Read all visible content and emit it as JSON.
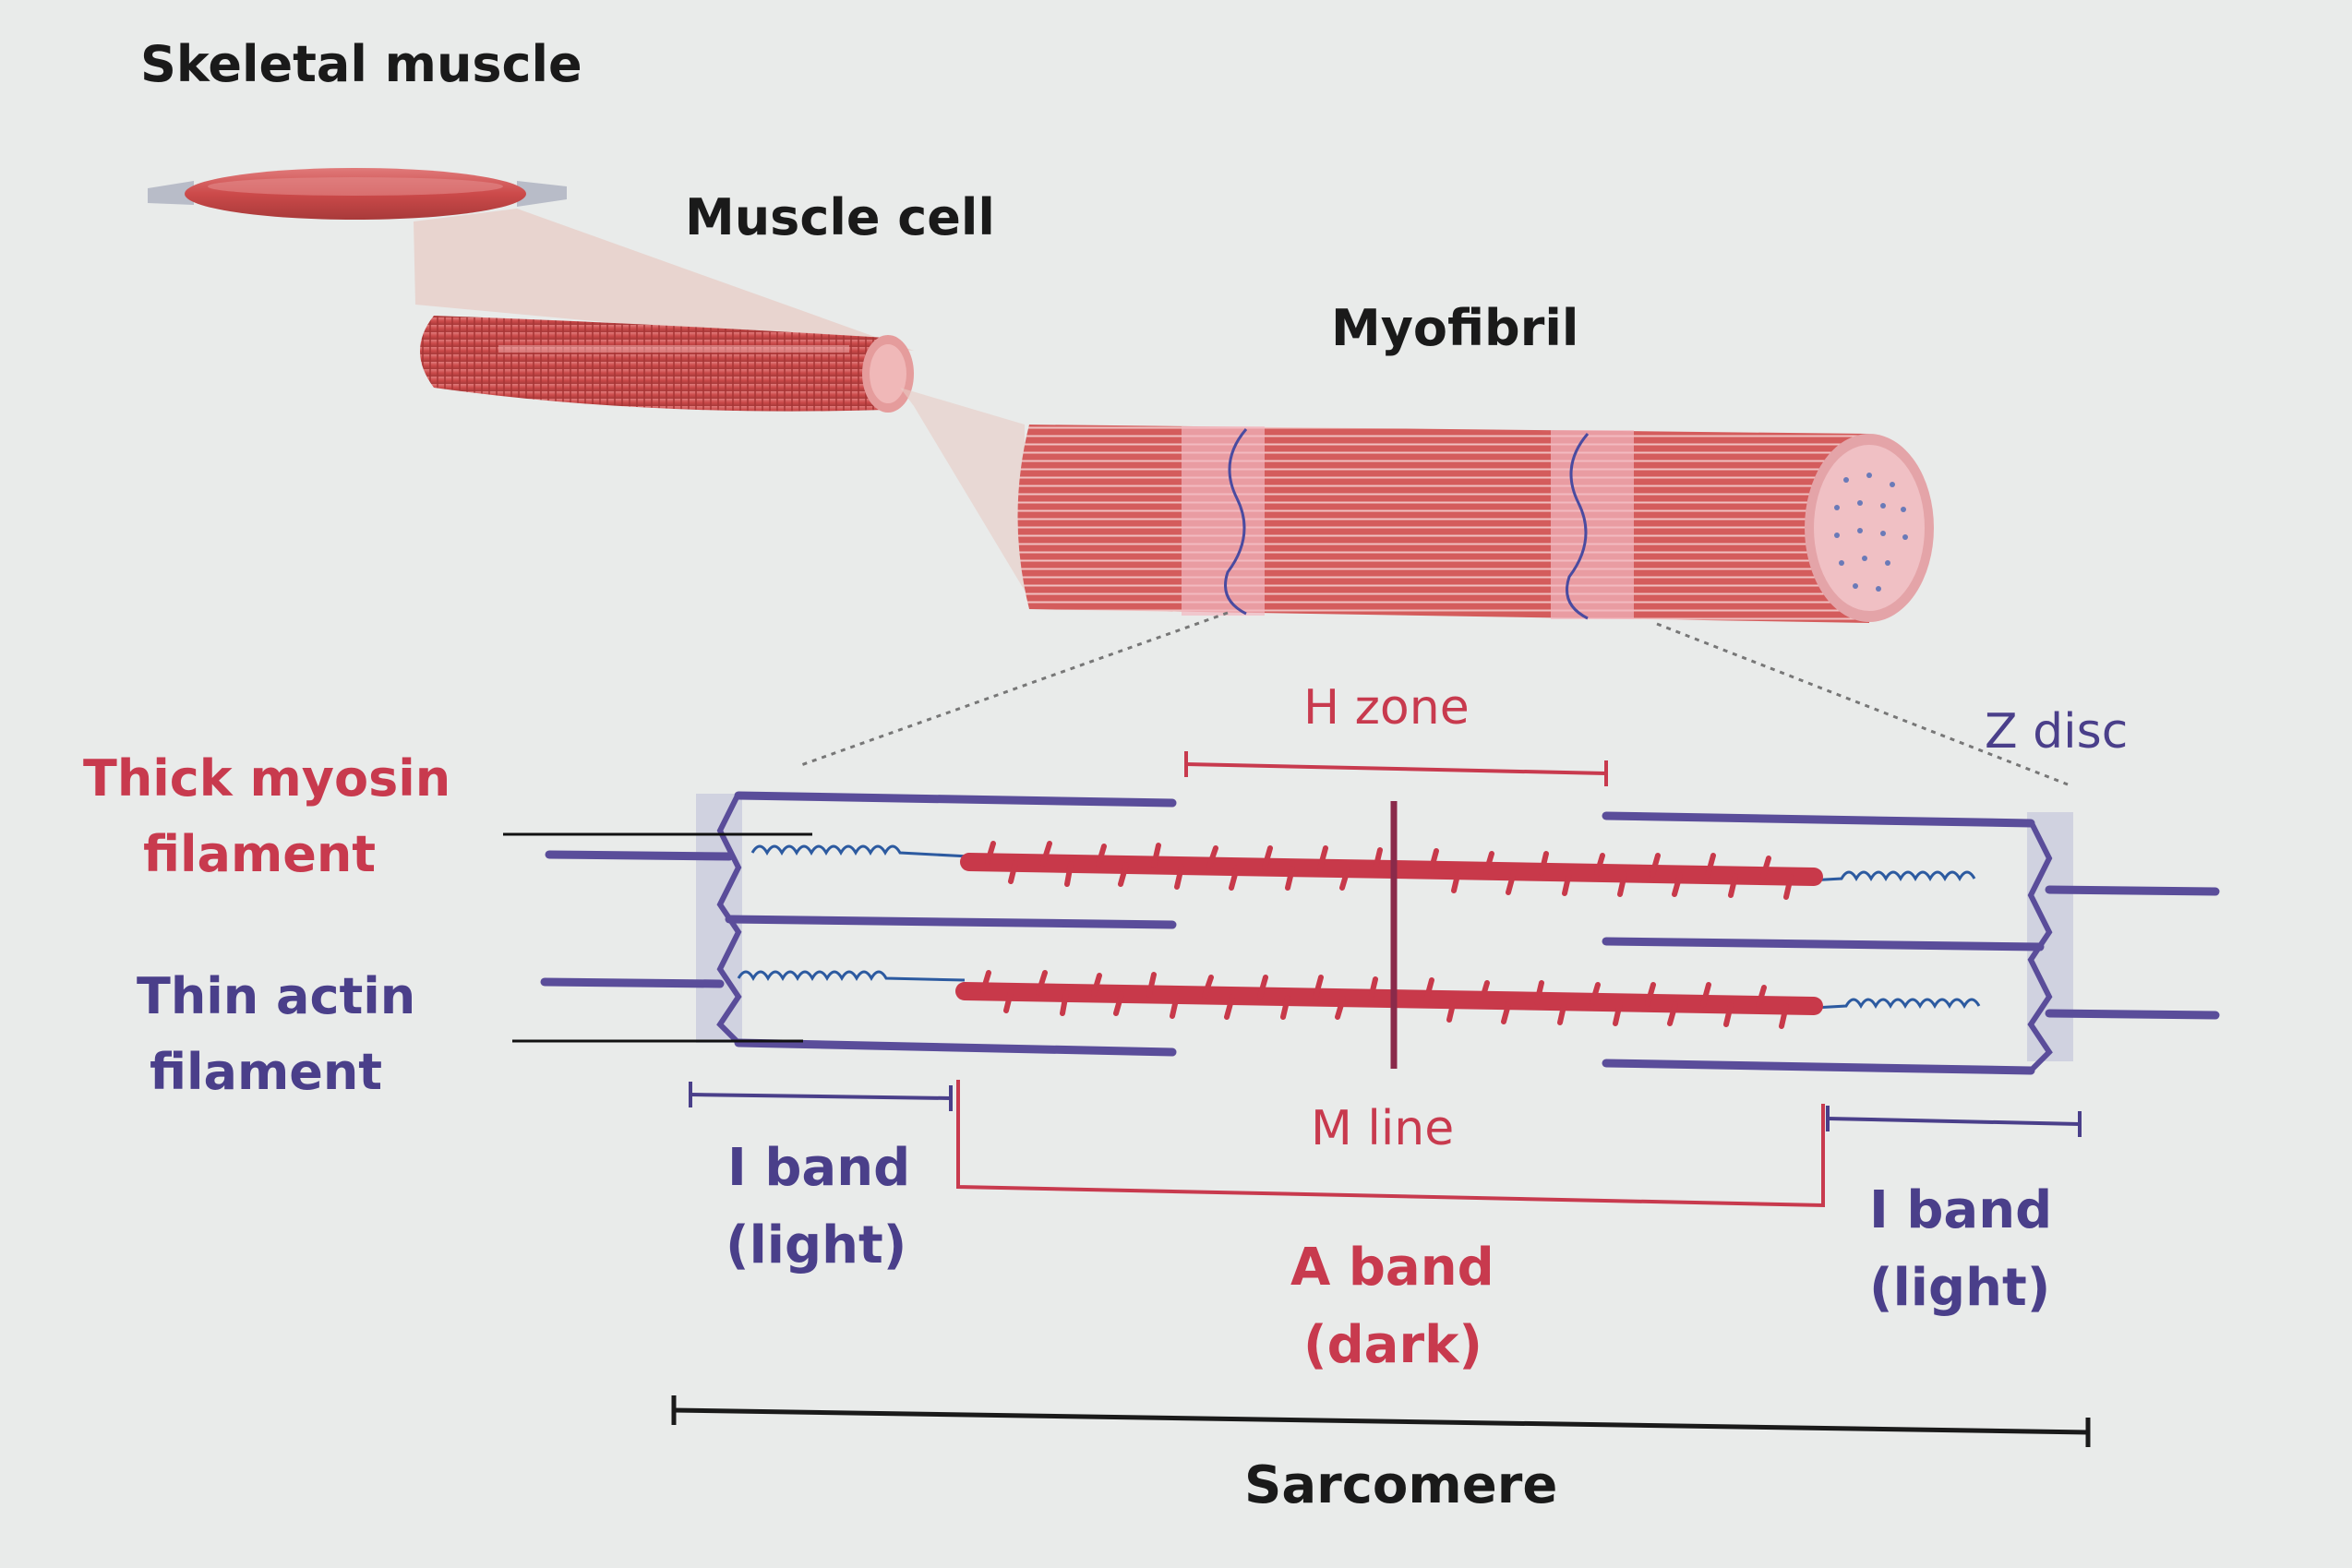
{
  "labels": {
    "skeletal_muscle": "Skeletal muscle",
    "muscle_cell": "Muscle cell",
    "myofibril": "Myofibril",
    "h_zone": "H zone",
    "z_disc": "Z disc",
    "thick_myosin_line1": "Thick myosin",
    "thick_myosin_line2": "filament",
    "thin_actin_line1": "Thin actin",
    "thin_actin_line2": "filament",
    "i_band_left_line1": "I band",
    "i_band_left_line2": "(light)",
    "m_line": "M line",
    "a_band_line1": "A band",
    "a_band_line2": "(dark)",
    "i_band_right_line1": "I band",
    "i_band_right_line2": "(light)",
    "sarcomere": "Sarcomere"
  },
  "colors": {
    "background": "#e9ebea",
    "muscle_red": "#cc4a4a",
    "myosin_red": "#c8394a",
    "actin_purple": "#5a4d9a",
    "label_red": "#c83a4e",
    "label_purple": "#4a3f8a",
    "label_black": "#1a1a1a",
    "z_disc_band": "#c4c8dc",
    "actin_coil_blue": "#2c5aa0"
  }
}
